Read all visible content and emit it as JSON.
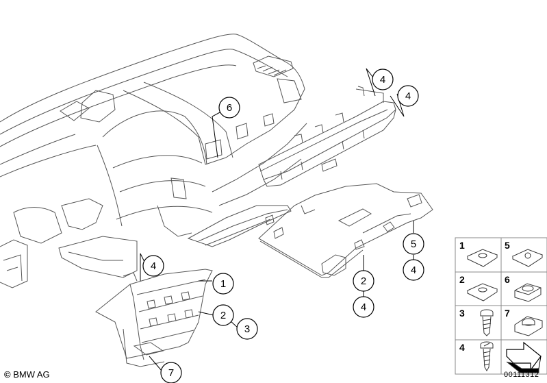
{
  "callouts": [
    {
      "label": "6"
    },
    {
      "label": "4"
    },
    {
      "label": "4"
    },
    {
      "label": "4"
    },
    {
      "label": "1"
    },
    {
      "label": "2"
    },
    {
      "label": "3"
    },
    {
      "label": "7"
    },
    {
      "label": "2"
    },
    {
      "label": "4"
    },
    {
      "label": "5"
    },
    {
      "label": "4"
    }
  ],
  "legend": {
    "cells": [
      {
        "number": "1",
        "part": "clip-nut-icon"
      },
      {
        "number": "5",
        "part": "clip-nut-round-icon"
      },
      {
        "number": "2",
        "part": "clip-nut-icon"
      },
      {
        "number": "6",
        "part": "grommet-icon"
      },
      {
        "number": "3",
        "part": "screw-short-icon"
      },
      {
        "number": "7",
        "part": "clip-grommet-icon"
      },
      {
        "number": "4",
        "part": "screw-long-icon"
      },
      {
        "number": "",
        "part": "arrow-logo-icon"
      }
    ]
  },
  "footer": {
    "copyright": "BMW AG",
    "copyright_symbol": "©",
    "document_number": "00111312"
  }
}
